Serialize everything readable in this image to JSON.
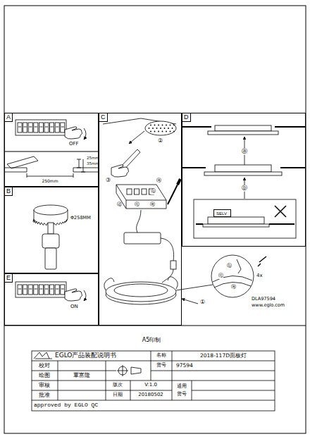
{
  "diagram": {
    "nodes": [
      {
        "text": [
          "A"
        ]
      },
      {
        "text": [
          "C"
        ]
      },
      {
        "text": [
          "D"
        ]
      },
      {
        "text": [
          "SELV"
        ],
        "in": 2
      },
      {
        "text": [
          "B"
        ]
      },
      {
        "text": [
          "E"
        ]
      }
    ],
    "labels": [
      "OFF",
      "25mm",
      "35mm",
      "250mm",
      "Φ258MM",
      "ON",
      "②",
      "③",
      "ⓐ",
      "ⓑ",
      "ⓒ",
      "ⓓ",
      "ⓔ",
      "①",
      "ⓐ",
      "ⓑ",
      "ⓑ",
      "ⓒ",
      "ⓐ",
      "4x",
      "DLA97594",
      "www.eglo.com",
      "A5印制",
      "EGLO产品装配说明书",
      "名称",
      "2018-117D面板灯",
      "校对",
      "货号",
      "97594",
      "绘图",
      "覃富隆",
      "审核",
      "版次",
      "V:1.0",
      "通用",
      "货号",
      "批准",
      "日期",
      "20180502",
      "approved by EGLO QC"
    ]
  }
}
